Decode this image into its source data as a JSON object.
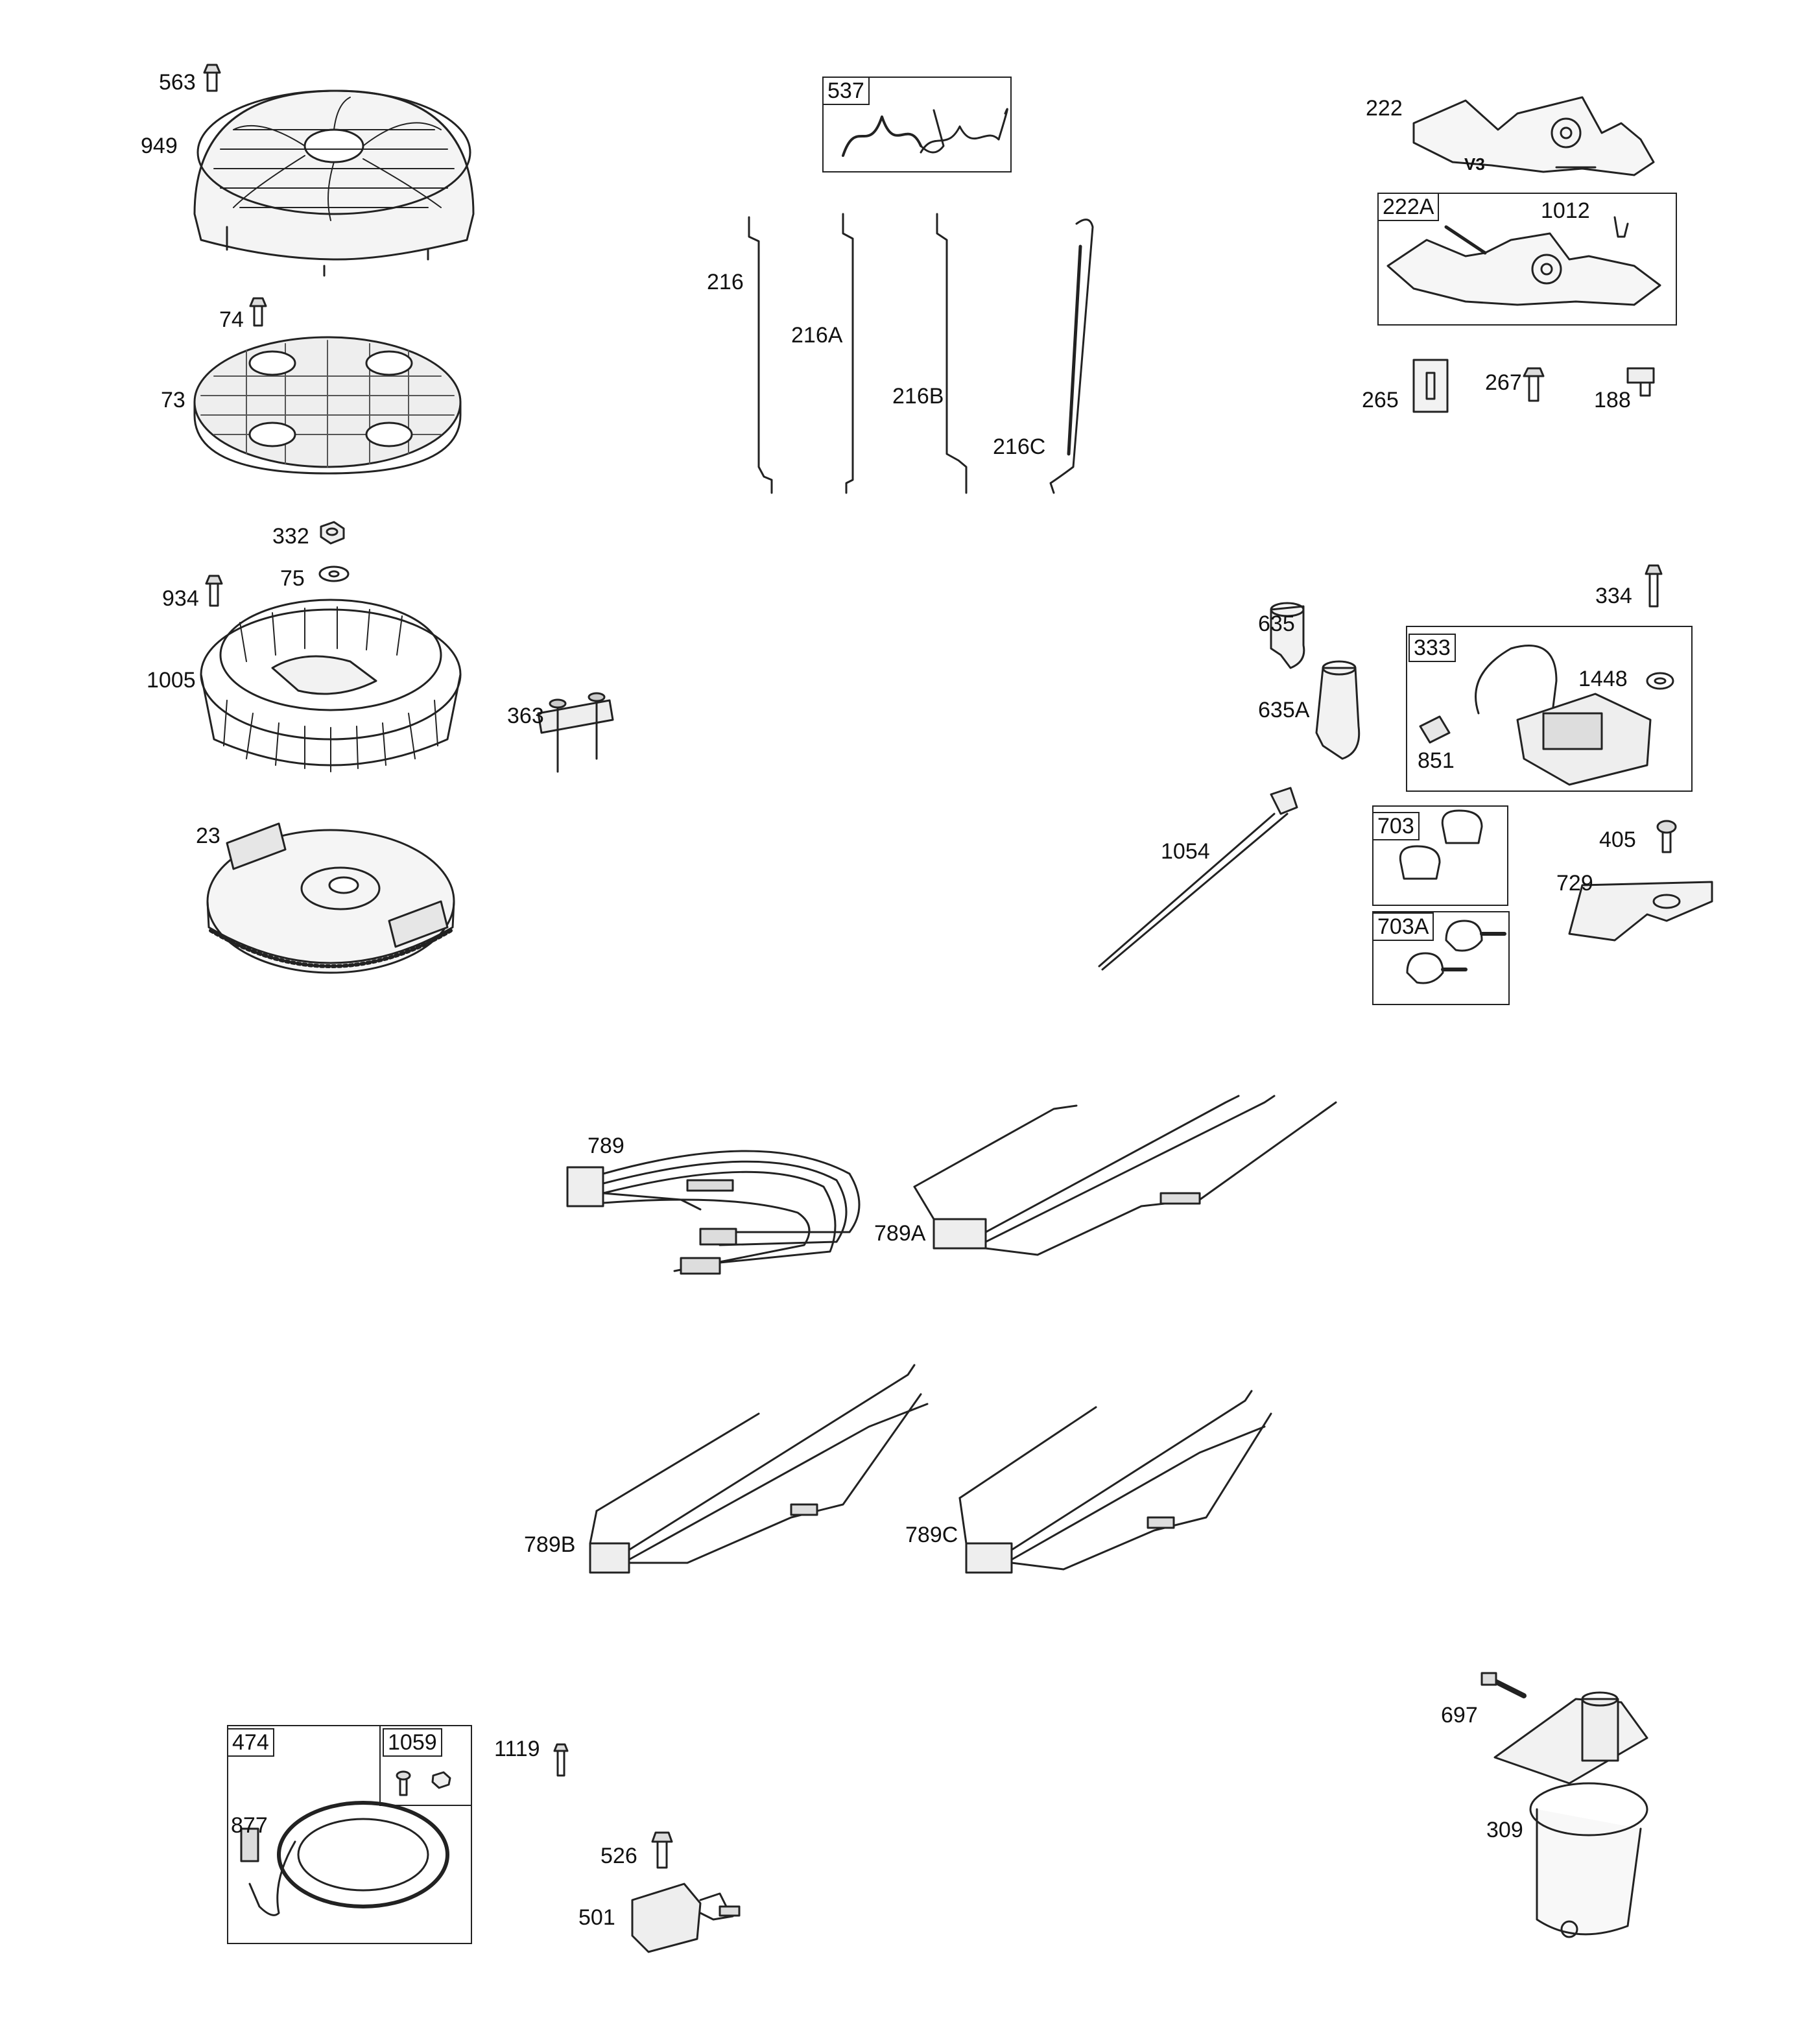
{
  "labels": {
    "p563": "563",
    "p949": "949",
    "p74": "74",
    "p73": "73",
    "p332": "332",
    "p75": "75",
    "p934": "934",
    "p1005": "1005",
    "p363": "363",
    "p23": "23",
    "p537": "537",
    "p216": "216",
    "p216A": "216A",
    "p216B": "216B",
    "p216C": "216C",
    "p222": "222",
    "p222A": "222A",
    "p1012": "1012",
    "p265": "265",
    "p267": "267",
    "p188": "188",
    "v3": "V3",
    "p635": "635",
    "p635A": "635A",
    "p334": "334",
    "p333": "333",
    "p1448": "1448",
    "p851": "851",
    "p1054": "1054",
    "p703": "703",
    "p703A": "703A",
    "p405": "405",
    "p729": "729",
    "p789": "789",
    "p789A": "789A",
    "p789B": "789B",
    "p789C": "789C",
    "p474": "474",
    "p1059": "1059",
    "p877": "877",
    "p1119": "1119",
    "p526": "526",
    "p501": "501",
    "p697": "697",
    "p309": "309"
  }
}
